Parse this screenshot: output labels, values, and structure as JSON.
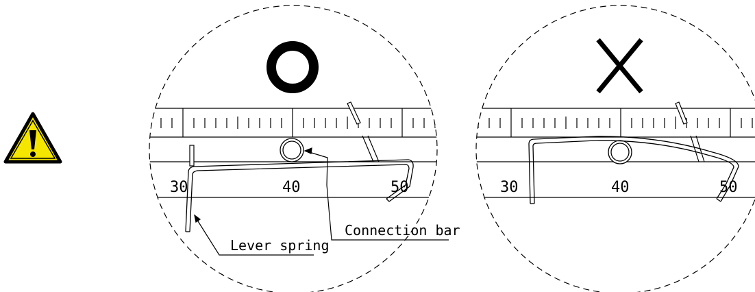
{
  "warning": {
    "icon": "warning-triangle-icon",
    "fill": "#f5e600",
    "stroke": "#000000"
  },
  "panels": [
    {
      "id": "correct",
      "verdict_icon": "correct-circle-icon",
      "scale_numbers": [
        "30",
        "40",
        "50"
      ],
      "callouts": {
        "lever_spring": "Lever spring",
        "connection_bar": "Connection bar"
      }
    },
    {
      "id": "incorrect",
      "verdict_icon": "incorrect-cross-icon",
      "scale_numbers": [
        "30",
        "40",
        "50"
      ]
    }
  ]
}
